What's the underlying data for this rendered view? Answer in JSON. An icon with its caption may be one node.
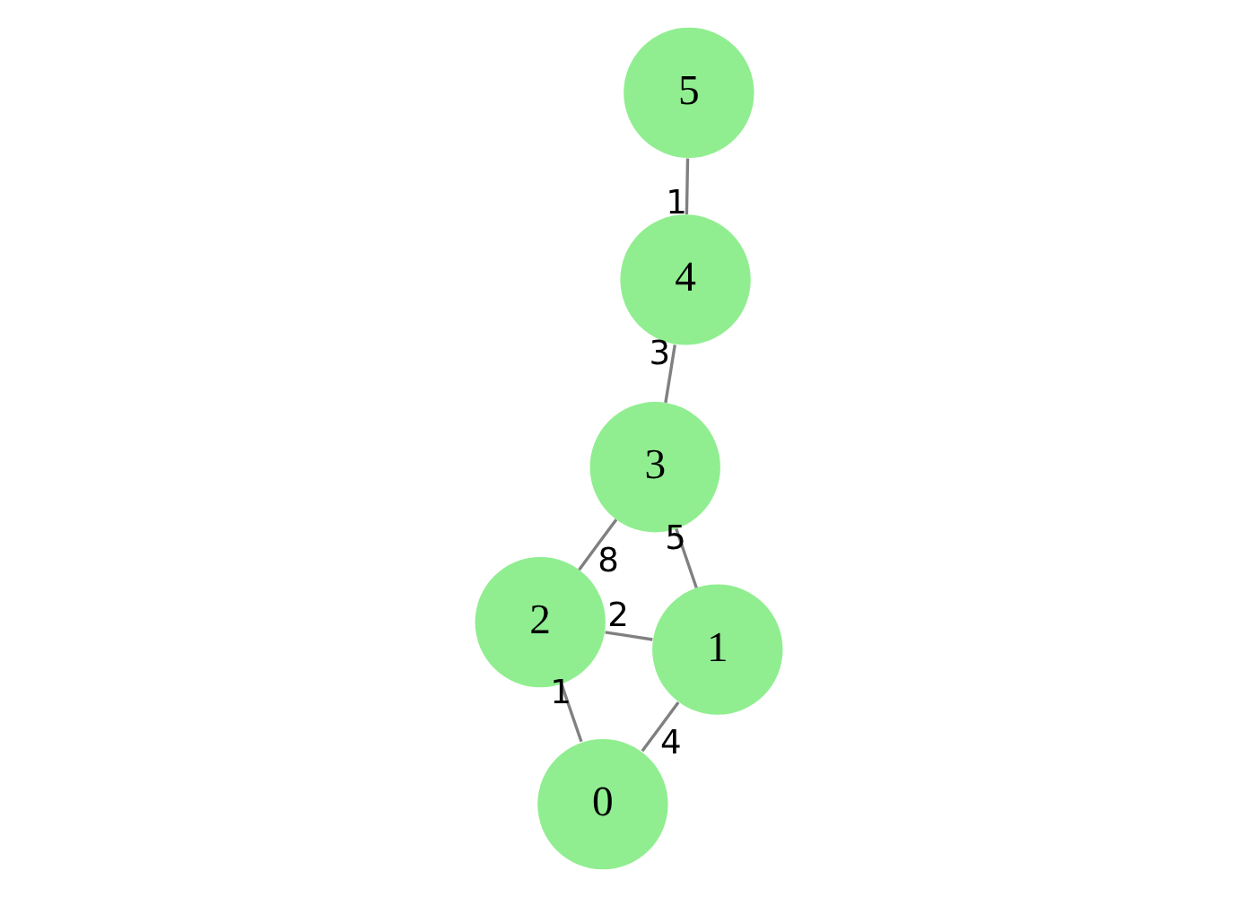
{
  "diagram": {
    "nodes": [
      {
        "text": [
          "0"
        ]
      },
      {
        "text": [
          "1"
        ]
      },
      {
        "text": [
          "2"
        ]
      },
      {
        "text": [
          "3"
        ]
      },
      {
        "text": [
          "4"
        ]
      },
      {
        "text": [
          "5"
        ]
      }
    ],
    "edges": [
      {
        "from": 0,
        "to": 1,
        "arrow": "none",
        "label": "4"
      },
      {
        "from": 0,
        "to": 2,
        "arrow": "none",
        "label": "1"
      },
      {
        "from": 1,
        "to": 2,
        "arrow": "none",
        "label": "2"
      },
      {
        "from": 1,
        "to": 3,
        "arrow": "none",
        "label": "5"
      },
      {
        "from": 3,
        "to": 2,
        "arrow": "none",
        "label": "8"
      },
      {
        "from": 3,
        "to": 4,
        "arrow": "none",
        "label": "3"
      },
      {
        "from": 4,
        "to": 5,
        "arrow": "none",
        "label": "1"
      }
    ]
  }
}
